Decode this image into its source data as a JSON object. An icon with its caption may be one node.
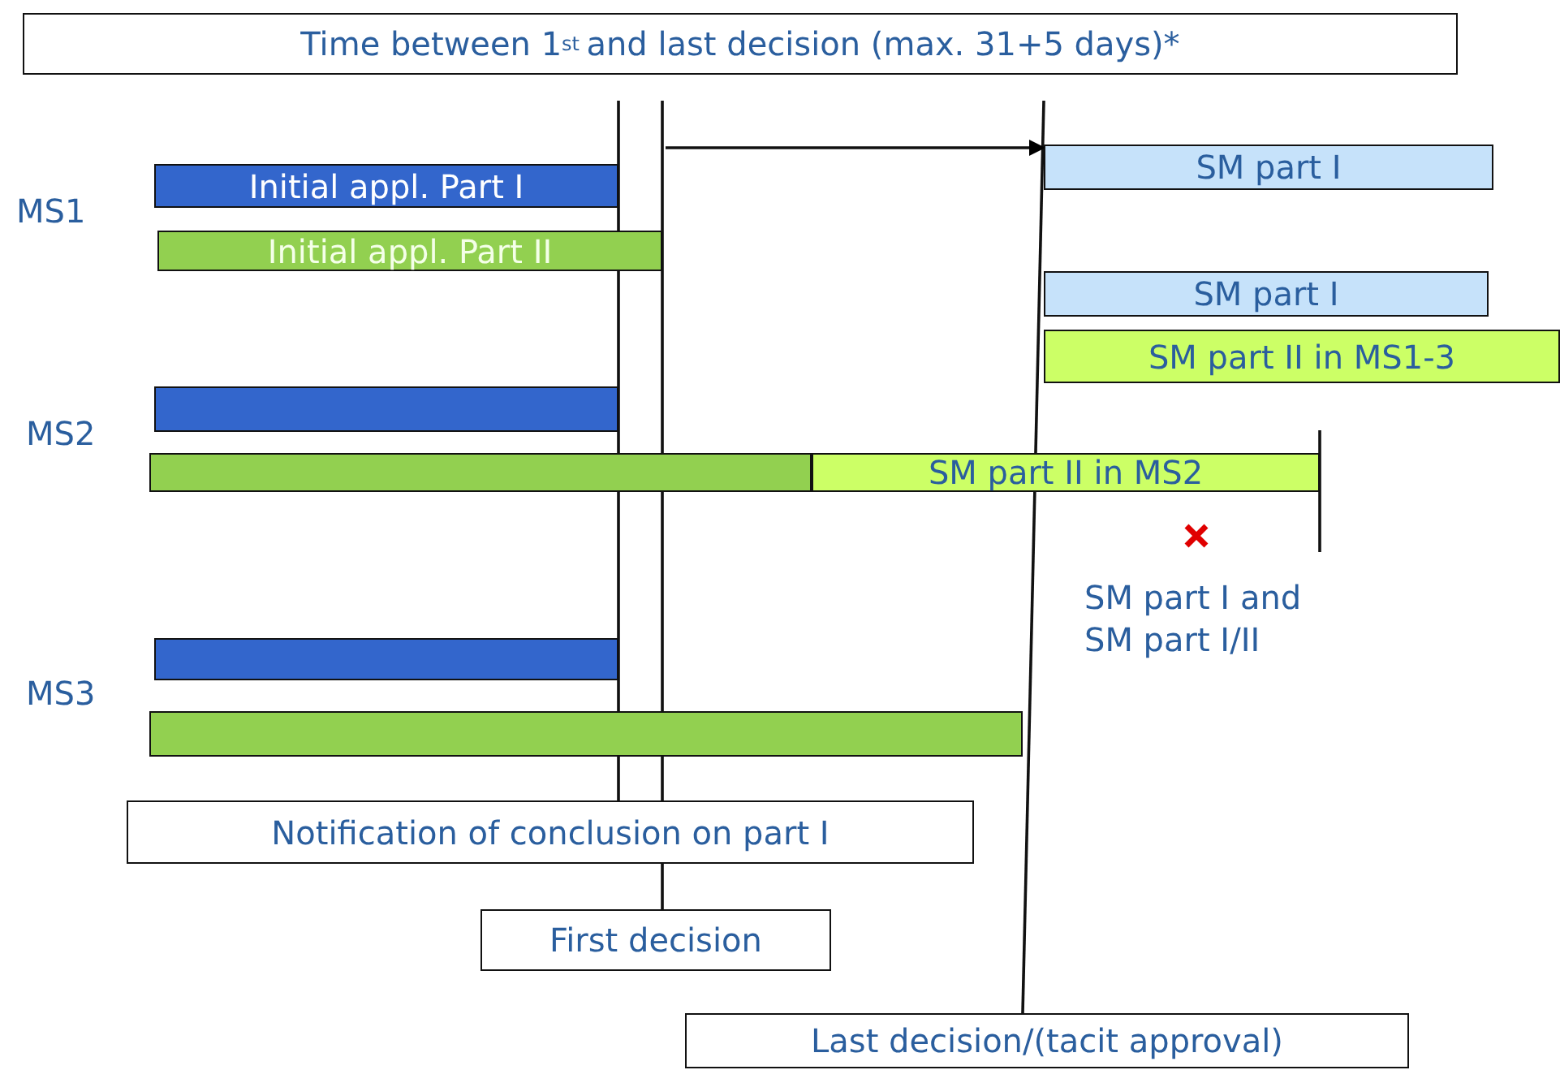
{
  "diagram": {
    "nodes": [
      {
        "text": [
          "Time between 1$^{st}$ and last decision (max. 31+5 days)*"
        ]
      },
      {
        "text": [
          "Initial appl. Part I"
        ]
      },
      {
        "text": [
          "SM part I"
        ]
      },
      {
        "text": [
          "Initial appl. Part II"
        ]
      },
      {
        "text": [
          "SM part I"
        ]
      },
      {
        "text": [
          "SM part II in MS1-3"
        ]
      },
      {
        "text": [],
        "shape": "bar"
      },
      {
        "text": [],
        "shape": "bar"
      },
      {
        "text": [
          "SM part II in MS2"
        ]
      },
      {
        "text": [],
        "shape": "bar"
      },
      {
        "text": [],
        "shape": "bar"
      },
      {
        "text": [
          "Notification of conclusion on part I"
        ]
      },
      {
        "text": [
          "First decision"
        ]
      },
      {
        "text": [
          "Last decision/(tacit approval)"
        ]
      }
    ],
    "edges": [
      {
        "from": 11,
        "to": null,
        "arrow": "none"
      },
      {
        "from": 12,
        "to": null,
        "arrow": "none"
      },
      {
        "from": 13,
        "to": null,
        "arrow": "none"
      },
      {
        "from": null,
        "to": 2,
        "arrow": "to"
      }
    ],
    "labels": [
      "MS1",
      "MS2",
      "SM part I and SM part I/II",
      "MS3"
    ]
  }
}
